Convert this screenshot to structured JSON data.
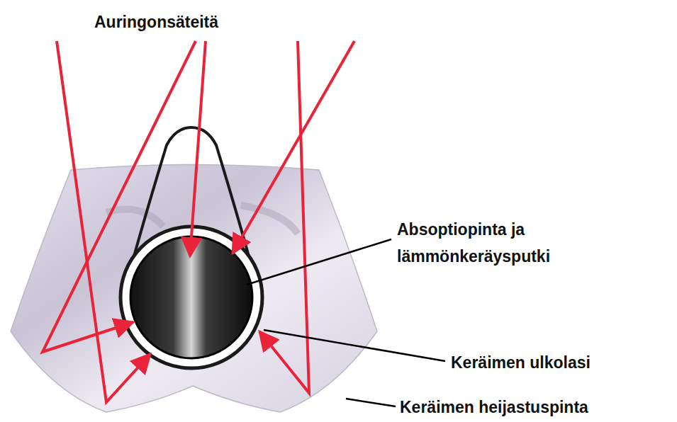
{
  "diagram": {
    "labels": [
      "Auringonsäteitä",
      "Absoptiopinta ja lämmönkeräysputki",
      "Keräimen ulkolasi",
      "Keräimen heijastuspinta"
    ]
  }
}
